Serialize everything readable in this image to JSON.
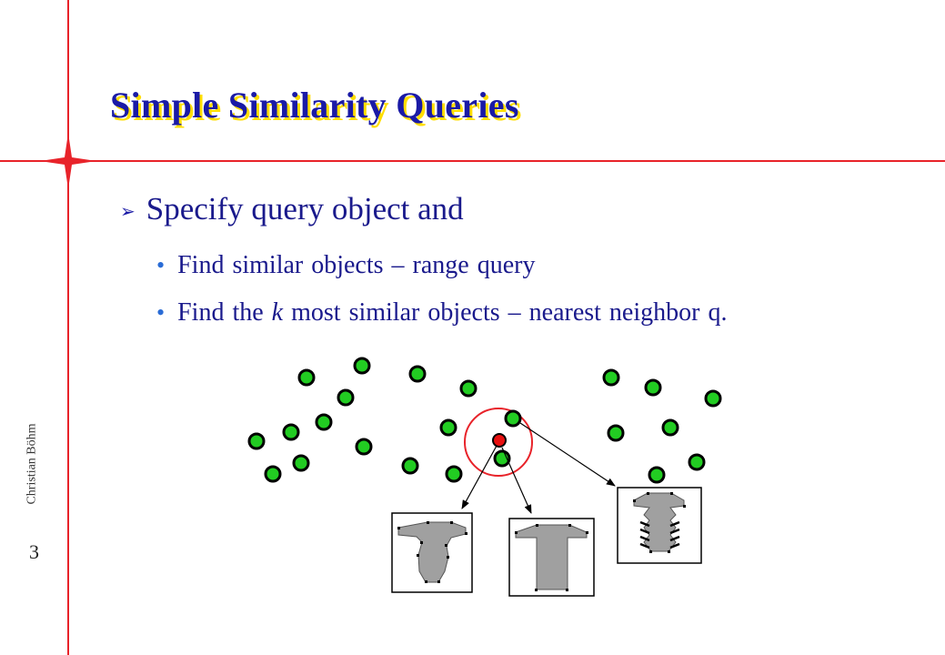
{
  "slide": {
    "title": "Simple Similarity Queries",
    "bullet_main": "Specify query object and",
    "sub_bullets": [
      {
        "before": "Find similar objects – range query",
        "italic": "",
        "after": ""
      },
      {
        "before": "Find the ",
        "italic": "k",
        "after": " most similar objects – nearest neighbor q."
      }
    ],
    "author": "Christian Böhm",
    "page_number": "3"
  },
  "colors": {
    "accent_red": "#e8232a",
    "title_blue": "#1a1aa6",
    "title_shadow": "#ffde00",
    "point_green": "#22cc22",
    "query_red": "#e81010",
    "shape_gray": "#a0a0a0"
  }
}
